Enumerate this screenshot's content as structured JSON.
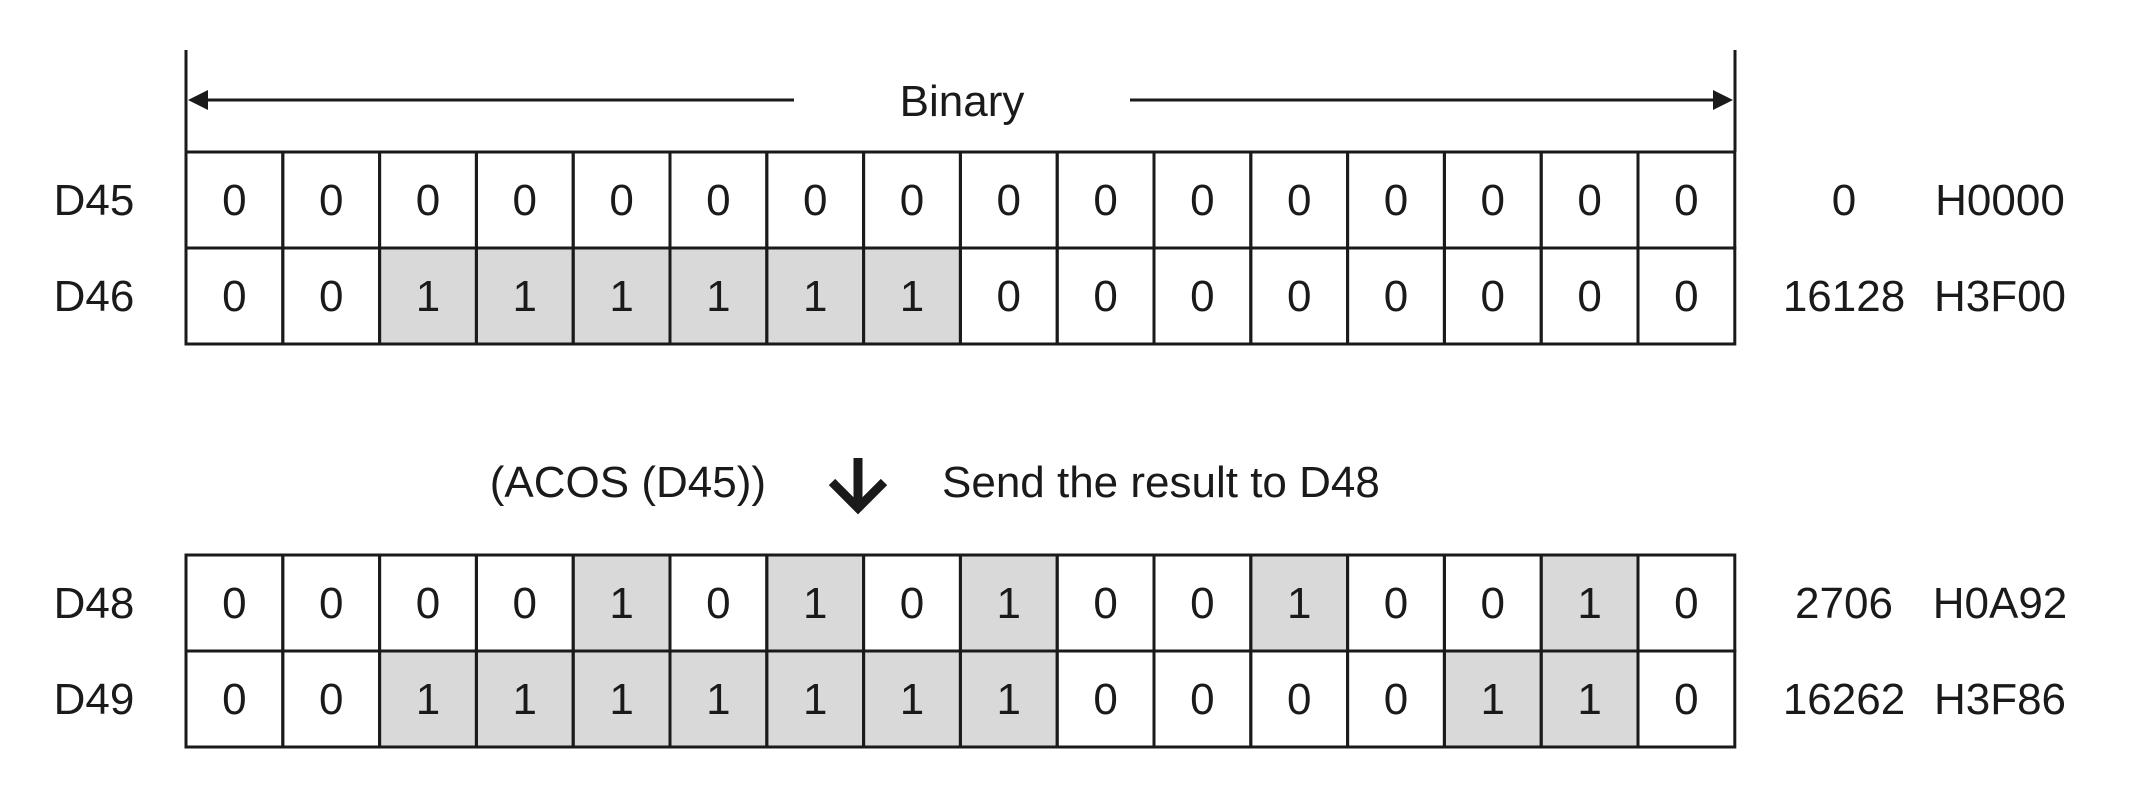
{
  "header_label": "Binary",
  "colors": {
    "line": "#1a1a1a",
    "cell_bg": "#ffffff",
    "bit_set_bg": "#d9d9d9",
    "text": "#1a1a1a"
  },
  "groups": [
    {
      "rows": [
        {
          "register": "D45",
          "bits": [
            0,
            0,
            0,
            0,
            0,
            0,
            0,
            0,
            0,
            0,
            0,
            0,
            0,
            0,
            0,
            0
          ],
          "decimal": "0",
          "hex": "H0000"
        },
        {
          "register": "D46",
          "bits": [
            0,
            0,
            1,
            1,
            1,
            1,
            1,
            1,
            0,
            0,
            0,
            0,
            0,
            0,
            0,
            0
          ],
          "decimal": "16128",
          "hex": "H3F00"
        }
      ]
    },
    {
      "rows": [
        {
          "register": "D48",
          "bits": [
            0,
            0,
            0,
            0,
            1,
            0,
            1,
            0,
            1,
            0,
            0,
            1,
            0,
            0,
            1,
            0
          ],
          "decimal": "2706",
          "hex": "H0A92"
        },
        {
          "register": "D49",
          "bits": [
            0,
            0,
            1,
            1,
            1,
            1,
            1,
            1,
            1,
            0,
            0,
            0,
            0,
            1,
            1,
            0
          ],
          "decimal": "16262",
          "hex": "H3F86"
        }
      ]
    }
  ],
  "operation": {
    "function_label": "(ACOS (D45))",
    "result_label": "Send the result to D48",
    "arrow_icon": "down-arrow-icon"
  }
}
